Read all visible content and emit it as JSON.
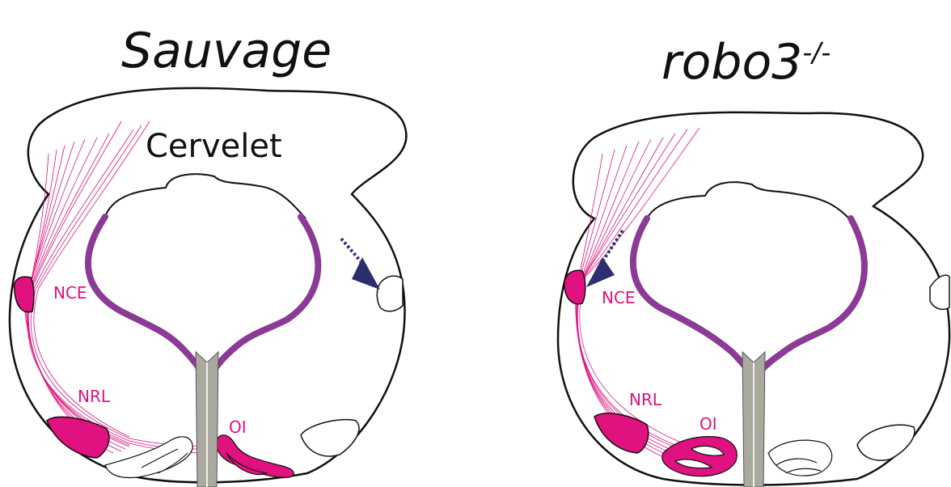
{
  "titles": {
    "wild_type": "Sauvage",
    "mutant_base": "robo3",
    "mutant_super": "-/-"
  },
  "labels": {
    "cerebellum": "Cervelet",
    "nce": "NCE",
    "nrl": "NRL",
    "oi": "OI"
  },
  "colors": {
    "outline": "#111111",
    "magenta": "#e0127f",
    "purple": "#8b3a96",
    "arrow": "#2b2f6e",
    "probe": "#9a9a94"
  }
}
